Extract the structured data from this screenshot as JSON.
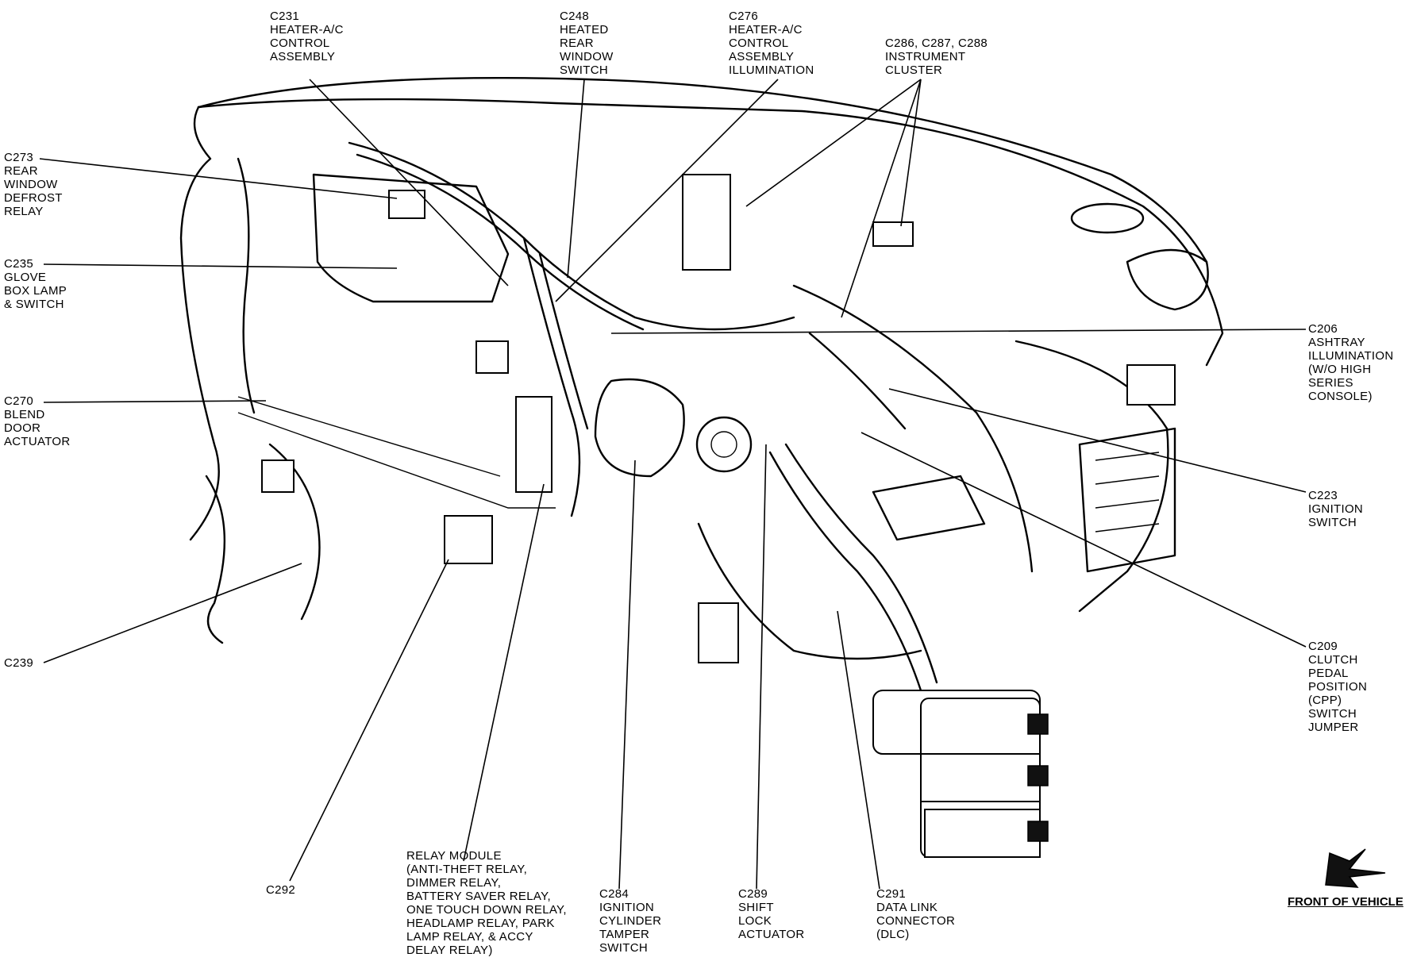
{
  "callouts": {
    "c231": [
      "C231",
      "HEATER-A/C",
      "CONTROL",
      "ASSEMBLY"
    ],
    "c248": [
      "C248",
      "HEATED",
      "REAR",
      "WINDOW",
      "SWITCH"
    ],
    "c276": [
      "C276",
      "HEATER-A/C",
      "CONTROL",
      "ASSEMBLY",
      "ILLUMINATION"
    ],
    "c286": [
      "C286, C287, C288",
      "INSTRUMENT",
      "CLUSTER"
    ],
    "c273": [
      "C273",
      "REAR",
      "WINDOW",
      "DEFROST",
      "RELAY"
    ],
    "c235": [
      "C235",
      "GLOVE",
      "BOX LAMP",
      "& SWITCH"
    ],
    "c270": [
      "C270",
      "BLEND",
      "DOOR",
      "ACTUATOR"
    ],
    "c239": [
      "C239"
    ],
    "c292": [
      "C292"
    ],
    "relay": [
      "RELAY MODULE",
      "(ANTI-THEFT RELAY,",
      "DIMMER RELAY,",
      "BATTERY SAVER RELAY,",
      "ONE TOUCH DOWN RELAY,",
      "HEADLAMP RELAY, PARK",
      "LAMP RELAY, & ACCY",
      "DELAY RELAY)"
    ],
    "c284": [
      "C284",
      "IGNITION",
      "CYLINDER",
      "TAMPER",
      "SWITCH"
    ],
    "c289": [
      "C289",
      "SHIFT",
      "LOCK",
      "ACTUATOR"
    ],
    "c291": [
      "C291",
      "DATA LINK",
      "CONNECTOR",
      "(DLC)"
    ],
    "c206": [
      "C206",
      "ASHTRAY",
      "ILLUMINATION",
      "(W/O HIGH",
      "SERIES",
      "CONSOLE)"
    ],
    "c223": [
      "C223",
      "IGNITION",
      "SWITCH"
    ],
    "c209": [
      "C209",
      "CLUTCH",
      "PEDAL",
      "POSITION",
      "(CPP)",
      "SWITCH",
      "JUMPER"
    ]
  },
  "front_of_vehicle": "FRONT OF VEHICLE"
}
